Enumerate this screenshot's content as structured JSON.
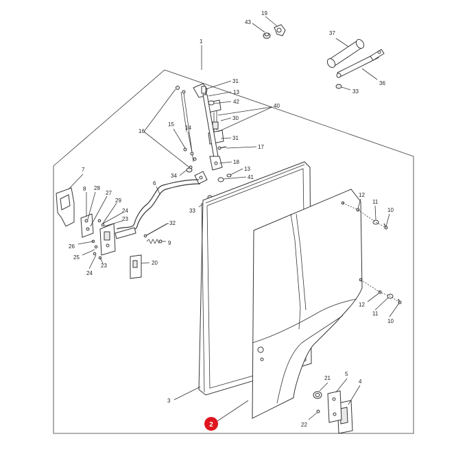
{
  "callouts": {
    "c1": "1",
    "c2": "2",
    "c3": "3",
    "c4": "4",
    "c5": "5",
    "c6": "6",
    "c7": "7",
    "c8": "8",
    "c9": "9",
    "c10a": "10",
    "c10b": "10",
    "c11a": "11",
    "c11b": "11",
    "c12a": "12",
    "c12b": "12",
    "c13a": "13",
    "c13b": "13",
    "c14": "14",
    "c15": "15",
    "c16": "16",
    "c17": "17",
    "c18": "18",
    "c19": "19",
    "c20": "20",
    "c21": "21",
    "c22": "22",
    "c23a": "23",
    "c23b": "23",
    "c24a": "24",
    "c24b": "24",
    "c25": "25",
    "c26": "26",
    "c27": "27",
    "c28": "28",
    "c29": "29",
    "c30": "30",
    "c31a": "31",
    "c31b": "31",
    "c32": "32",
    "c33a": "33",
    "c33b": "33",
    "c34": "34",
    "c36": "36",
    "c37": "37",
    "c40": "40",
    "c41": "41",
    "c42": "42",
    "c43": "43"
  },
  "badge": "2",
  "colors": {
    "badge": "#e0141e",
    "line": "#333333"
  }
}
